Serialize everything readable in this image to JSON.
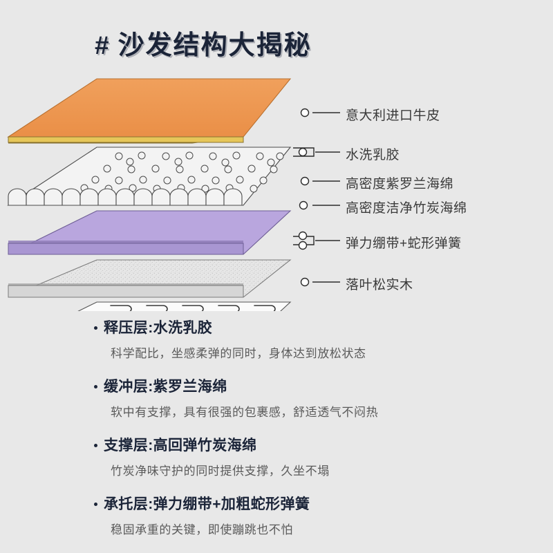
{
  "page": {
    "background_color": "#e8e8e8",
    "title_hash": "#",
    "title": "沙发结构大揭秘",
    "title_color": "#1b2438"
  },
  "diagram": {
    "name": "sofa-layer-exploded-diagram",
    "layers": [
      {
        "id": "leather",
        "label": "意大利进口牛皮",
        "color": "#ee9750",
        "edge_color": "#e8c95a",
        "texture": "solid"
      },
      {
        "id": "latex",
        "label": "水洗乳胶",
        "color": "#f2f2f2",
        "edge_color": "#555555",
        "texture": "bubbles-arches"
      },
      {
        "id": "violet-sponge",
        "label": "高密度紫罗兰海绵",
        "color": "#b9a6de",
        "edge_color": "#9d8bc4",
        "texture": "solid"
      },
      {
        "id": "bamboo-charcoal-sponge",
        "label": "高密度洁净竹炭海绵",
        "color": "#e4e4e4",
        "edge_color": "#c9c9c9",
        "texture": "speckled"
      },
      {
        "id": "springs",
        "label": "弹力绷带+蛇形弹簧",
        "color": "#fafafa",
        "edge_color": "#2a4438",
        "texture": "serpentine-springs"
      },
      {
        "id": "larch-wood",
        "label": "落叶松实木",
        "color": "#c0714a",
        "edge_color": "#8d4a2c",
        "texture": "solid-frame"
      }
    ]
  },
  "features": [
    {
      "title": "释压层:水洗乳胶",
      "desc": "科学配比，坐感柔弹的同时，身体达到放松状态"
    },
    {
      "title": "缓冲层:紫罗兰海绵",
      "desc": "软中有支撑，具有很强的包裹感，舒适透气不闷热"
    },
    {
      "title": "支撑层:高回弹竹炭海绵",
      "desc": "竹炭净味守护的同时提供支撑，久坐不塌"
    },
    {
      "title": "承托层:弹力绷带+加粗蛇形弹簧",
      "desc": "稳固承重的关键，即使蹦跳也不怕"
    }
  ]
}
